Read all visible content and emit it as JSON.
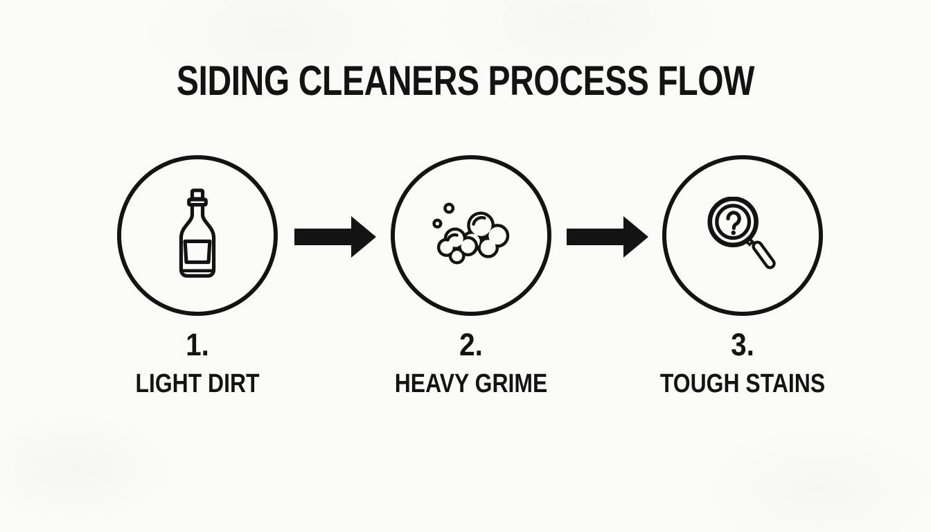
{
  "title": "SIDING CLEANERS PROCESS FLOW",
  "steps": [
    {
      "number": "1.",
      "label": "LIGHT DIRT",
      "icon": "cleaner-bottle-icon"
    },
    {
      "number": "2.",
      "label": "HEAVY GRIME",
      "icon": "soap-foam-icon"
    },
    {
      "number": "3.",
      "label": "TOUGH STAINS",
      "icon": "magnifier-question-icon"
    }
  ],
  "connectors": [
    {
      "type": "arrow-right"
    },
    {
      "type": "arrow-right"
    }
  ],
  "colors": {
    "ink": "#131313",
    "background": "#fbfbfa"
  }
}
